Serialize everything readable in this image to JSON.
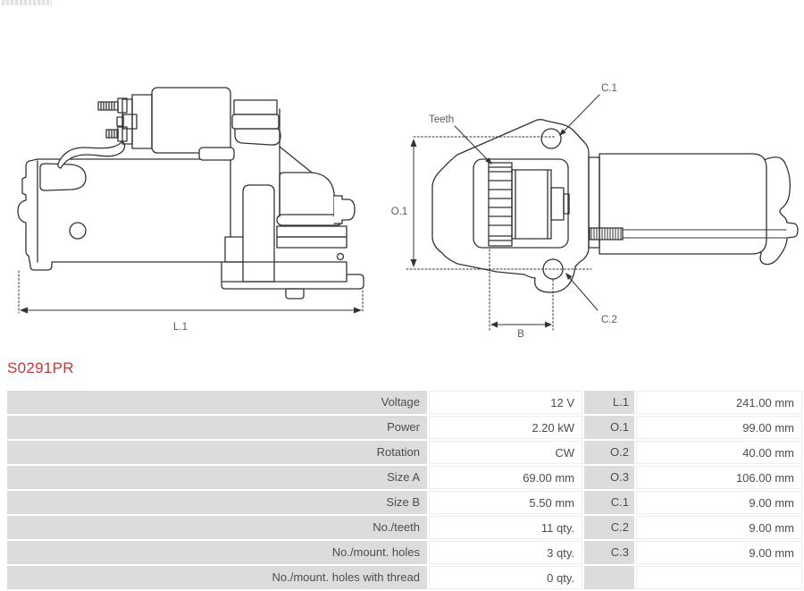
{
  "part_number": "S0291PR",
  "diagram": {
    "labels": {
      "teeth": "Teeth",
      "c1": "C.1",
      "c2": "C.2",
      "o1": "O.1",
      "b": "B",
      "l1": "L.1"
    }
  },
  "colors": {
    "part_number_red": "#c1393d",
    "table_cell_gray": "#dcdcdc",
    "drawing_line": "#333333",
    "label_gray": "#5a5a5a"
  },
  "table": {
    "rows": [
      {
        "label": "Voltage",
        "value": "12 V",
        "dim_label": "L.1",
        "dim_value": "241.00 mm"
      },
      {
        "label": "Power",
        "value": "2.20 kW",
        "dim_label": "O.1",
        "dim_value": "99.00 mm"
      },
      {
        "label": "Rotation",
        "value": "CW",
        "dim_label": "O.2",
        "dim_value": "40.00 mm"
      },
      {
        "label": "Size A",
        "value": "69.00 mm",
        "dim_label": "O.3",
        "dim_value": "106.00 mm"
      },
      {
        "label": "Size B",
        "value": "5.50 mm",
        "dim_label": "C.1",
        "dim_value": "9.00 mm"
      },
      {
        "label": "No./teeth",
        "value": "11 qty.",
        "dim_label": "C.2",
        "dim_value": "9.00 mm"
      },
      {
        "label": "No./mount. holes",
        "value": "3 qty.",
        "dim_label": "C.3",
        "dim_value": "9.00 mm"
      },
      {
        "label": "No./mount. holes with thread",
        "value": "0 qty.",
        "dim_label": "",
        "dim_value": ""
      }
    ]
  }
}
